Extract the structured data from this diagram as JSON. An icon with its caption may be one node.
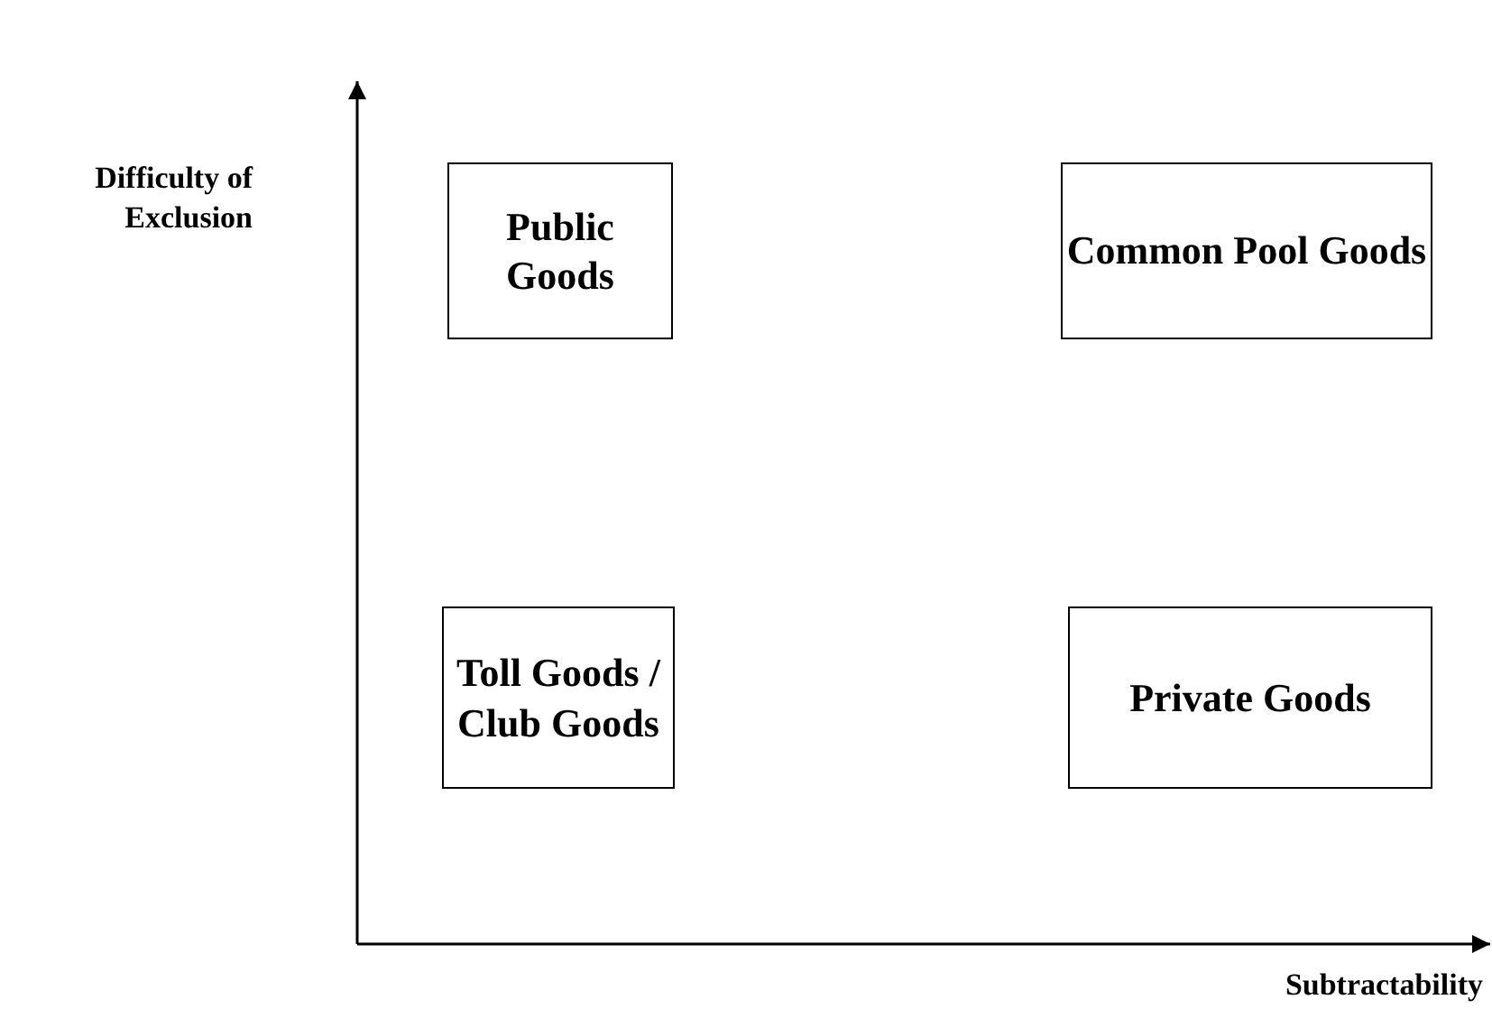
{
  "diagram": {
    "nodes": [
      {
        "text": [
          "Public Goods"
        ]
      },
      {
        "text": [
          "Common Pool Goods"
        ]
      },
      {
        "text": [
          "Toll Goods / Club Goods"
        ]
      },
      {
        "text": [
          "Private Goods"
        ]
      }
    ],
    "labels": [
      "Difficulty of Exclusion",
      "Subtractability"
    ]
  }
}
